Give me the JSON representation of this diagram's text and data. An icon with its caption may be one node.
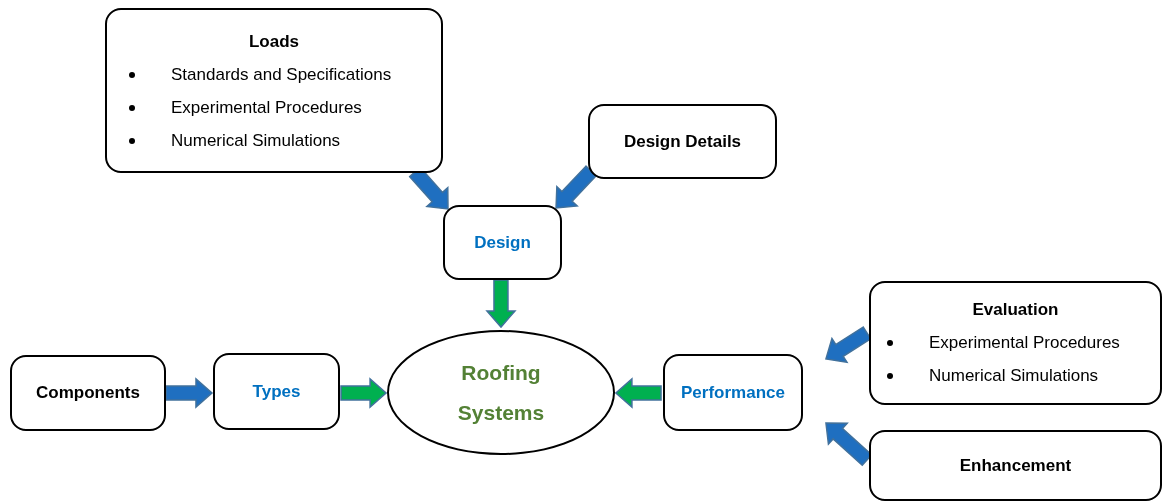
{
  "diagram": {
    "nodes": [
      {
        "text": [
          "Loads",
          "Standards and Specifications",
          "Experimental Procedures",
          "Numerical Simulations"
        ]
      },
      {
        "text": [
          "Design Details"
        ]
      },
      {
        "text": [
          "Design"
        ]
      },
      {
        "text": [
          "Components"
        ]
      },
      {
        "text": [
          "Types"
        ]
      },
      {
        "text": [
          "Roofing Systems"
        ]
      },
      {
        "text": [
          "Performance"
        ]
      },
      {
        "text": [
          "Evaluation",
          "Experimental Procedures",
          "Numerical Simulations"
        ]
      },
      {
        "text": [
          "Enhancement"
        ]
      }
    ],
    "edges": [
      {
        "from": 0,
        "to": 2,
        "arrow": "to"
      },
      {
        "from": 1,
        "to": 2,
        "arrow": "to"
      },
      {
        "from": 2,
        "to": 5,
        "arrow": "to",
        "color": "#00b050"
      },
      {
        "from": 3,
        "to": 4,
        "arrow": "to"
      },
      {
        "from": 4,
        "to": 5,
        "arrow": "to",
        "color": "#00b050"
      },
      {
        "from": 6,
        "to": 5,
        "arrow": "to",
        "color": "#00b050"
      },
      {
        "from": 7,
        "to": 6,
        "arrow": "to"
      },
      {
        "from": 8,
        "to": 6,
        "arrow": "to"
      }
    ]
  }
}
